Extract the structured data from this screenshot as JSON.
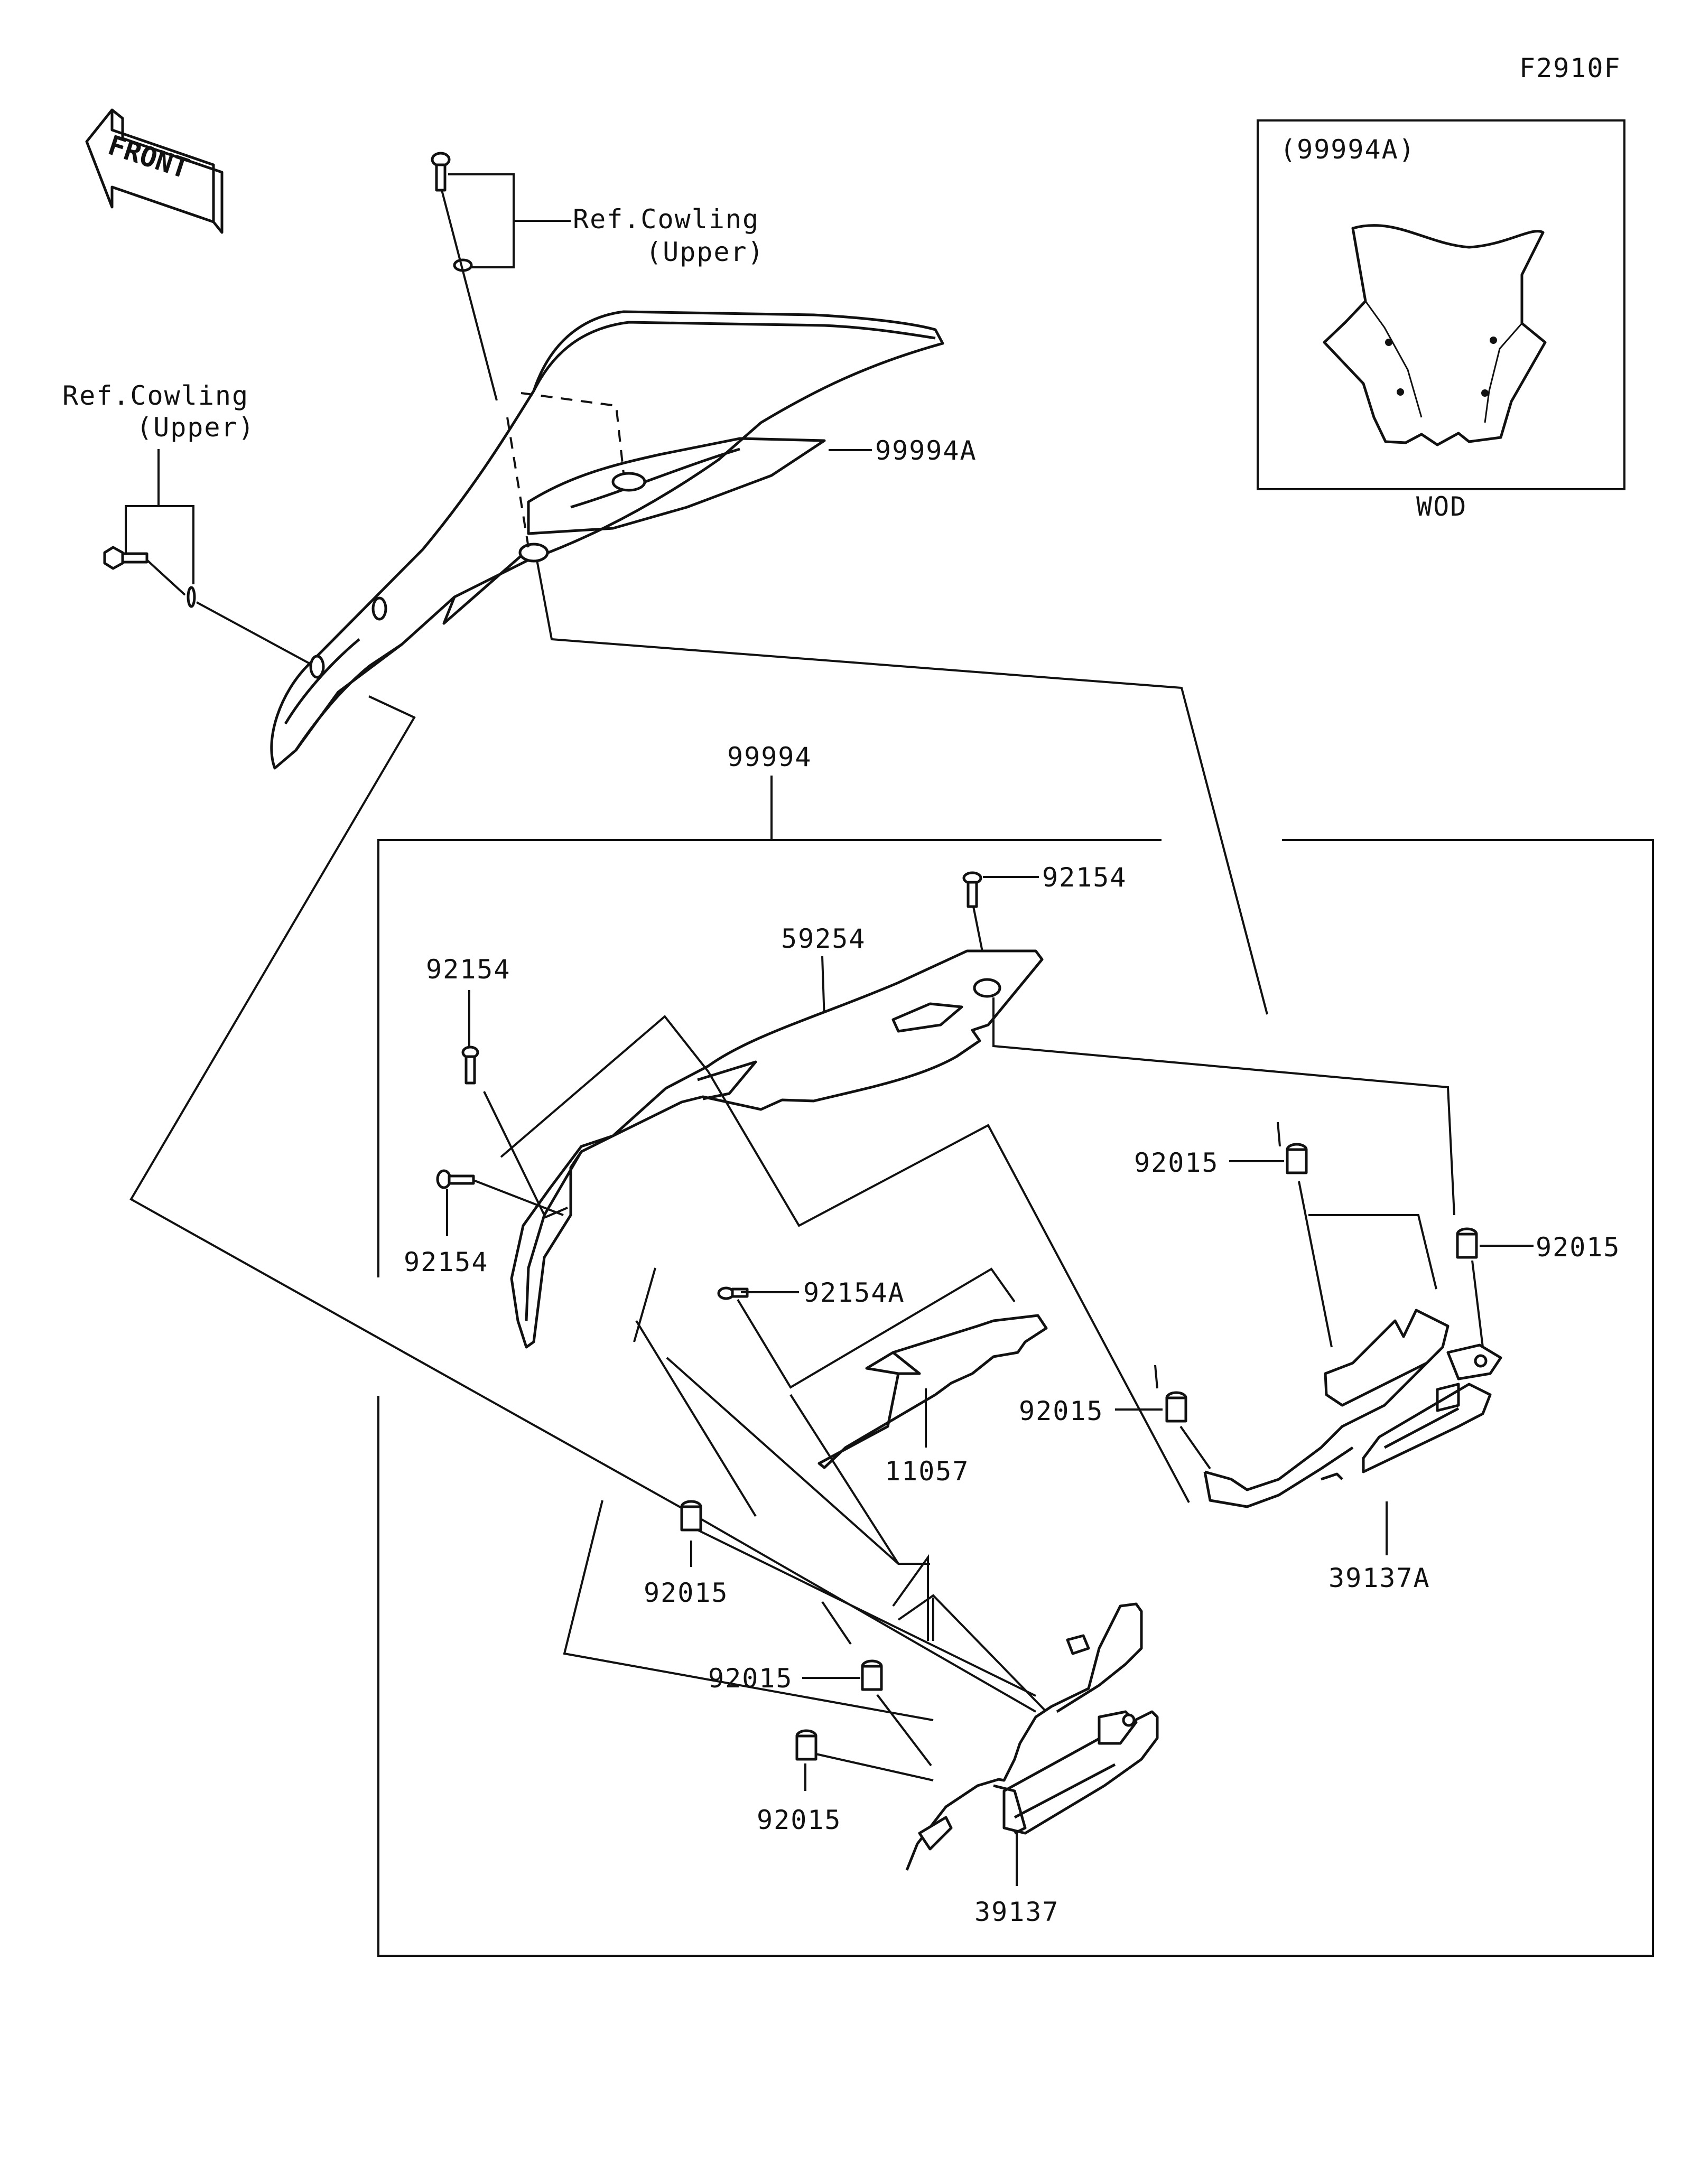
{
  "diagram_code": "F2910F",
  "front_arrow": {
    "label": "FRONT",
    "icon": "front-direction-arrow-icon"
  },
  "inset": {
    "title": "(99994A)",
    "caption": "WOD",
    "icon": "windshield-part-icon"
  },
  "reference_labels": {
    "upper_screw": [
      "Ref.Cowling",
      "(Upper)"
    ],
    "left_bolt": [
      "Ref.Cowling",
      "(Upper)"
    ]
  },
  "callouts": {
    "shield_assy": "99994A",
    "kit_group": "99994",
    "screw_top_right": "92154",
    "cover": "59254",
    "screw_left_upper": "92154",
    "screw_left_lower": "92154",
    "screw_small": "92154A",
    "bracket_plate": "11057",
    "grommet_right_a": "92015",
    "grommet_right_b": "92015",
    "grommet_center": "92015",
    "bracket_right": "39137A",
    "grommet_left_a": "92015",
    "grommet_left_b": "92015",
    "grommet_left_c": "92015",
    "bracket_left": "39137"
  }
}
